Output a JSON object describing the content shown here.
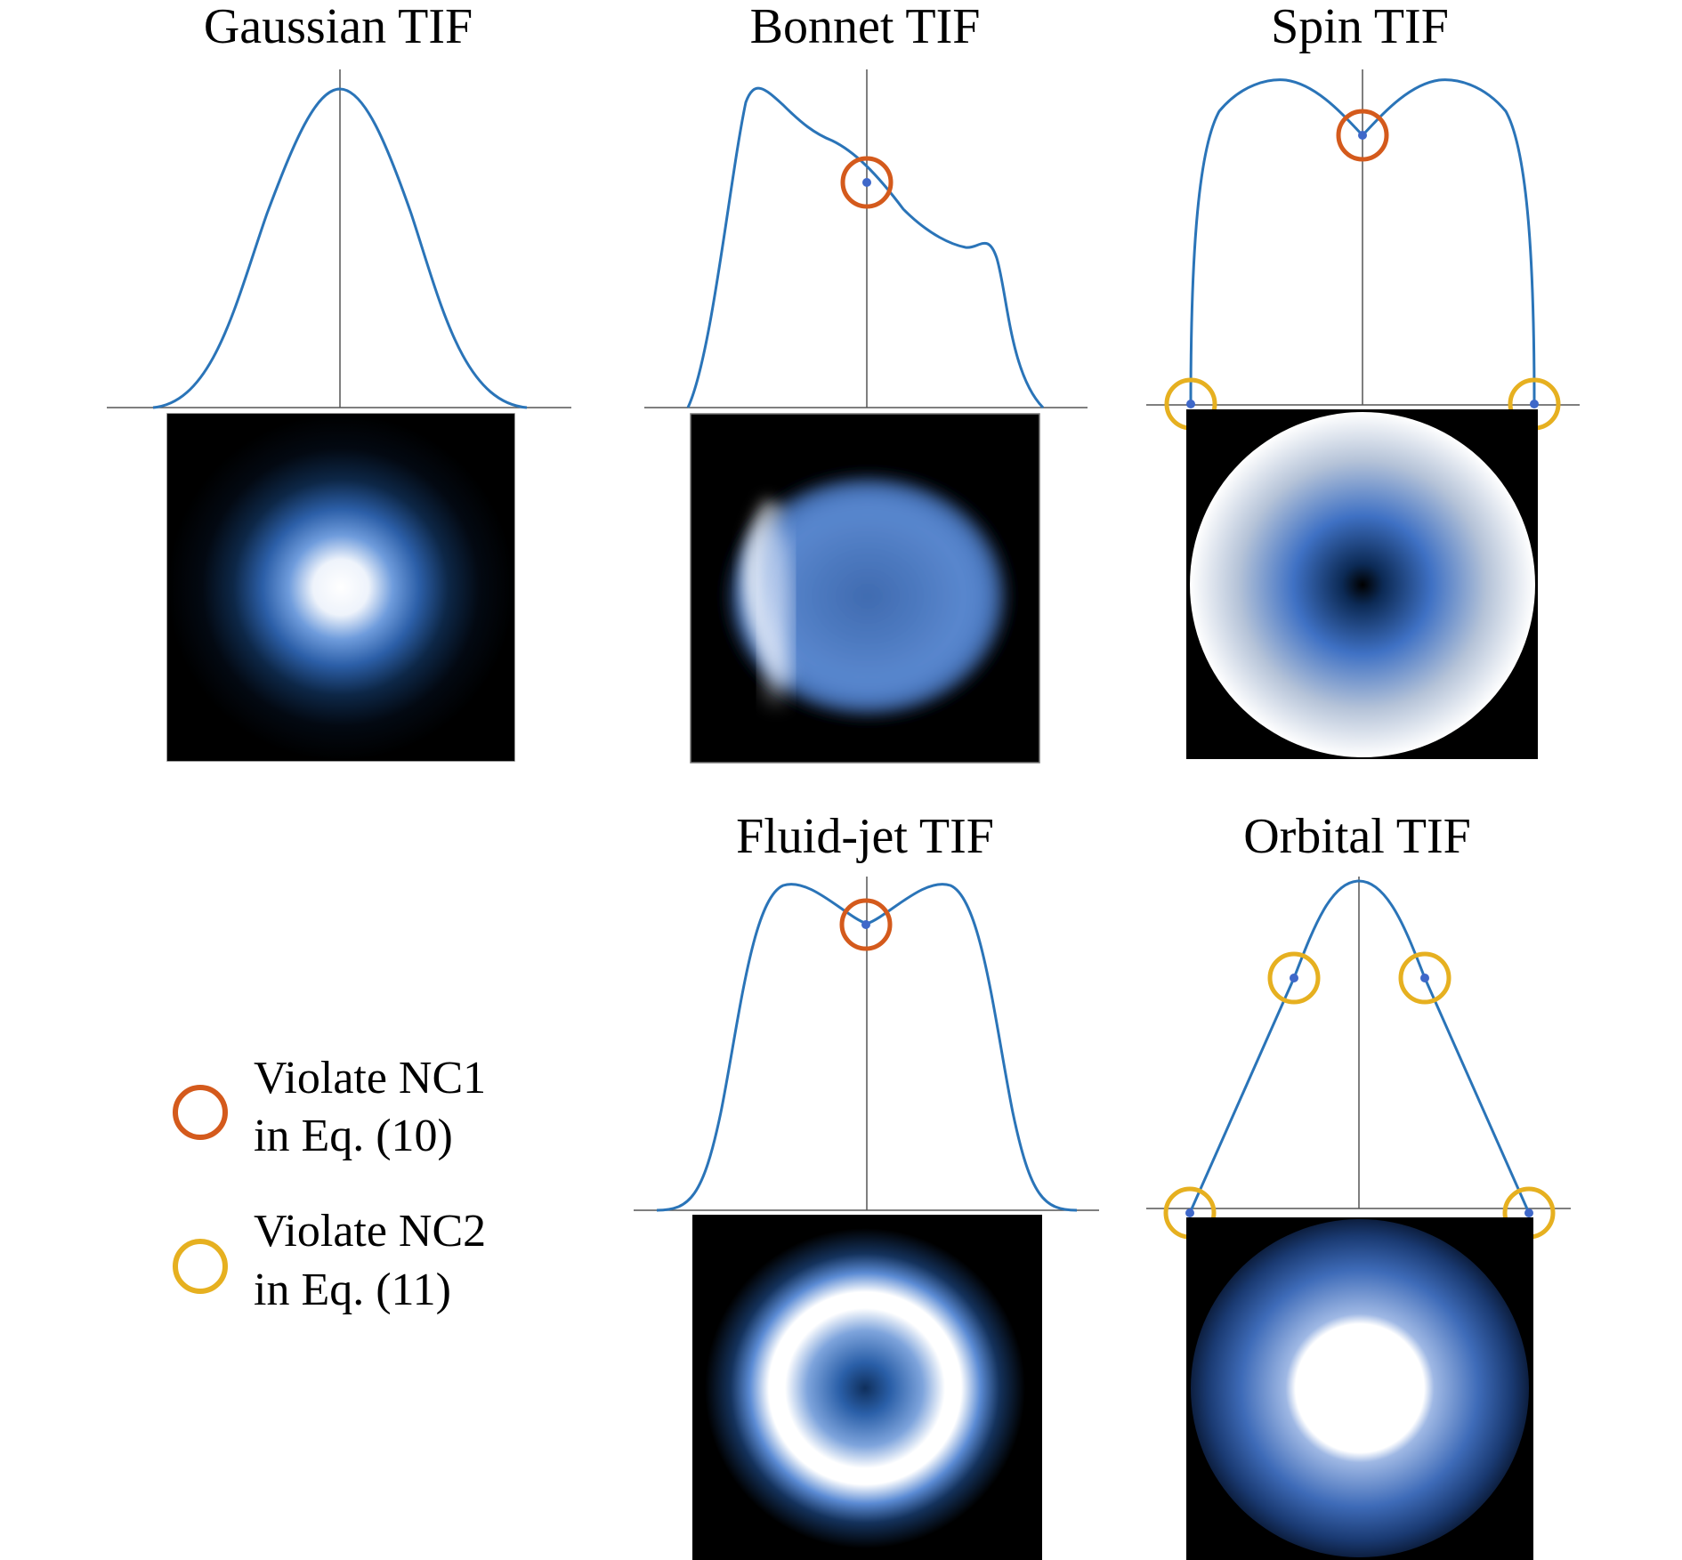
{
  "colors": {
    "curve": "#2a74b8",
    "axis": "#555555",
    "nc1_ring": "#d45a1c",
    "nc2_ring": "#e6b020",
    "marker": "#3f68c9"
  },
  "panels": {
    "gaussian": {
      "title": "Gaussian TIF"
    },
    "bonnet": {
      "title": "Bonnet TIF"
    },
    "spin": {
      "title": "Spin TIF"
    },
    "fluidjet": {
      "title": "Fluid-jet TIF"
    },
    "orbital": {
      "title": "Orbital TIF"
    }
  },
  "legend": {
    "nc1": {
      "line1": "Violate NC1",
      "line2": "in Eq. (10)"
    },
    "nc2": {
      "line1": "Violate NC2",
      "line2": "in Eq. (11)"
    }
  }
}
